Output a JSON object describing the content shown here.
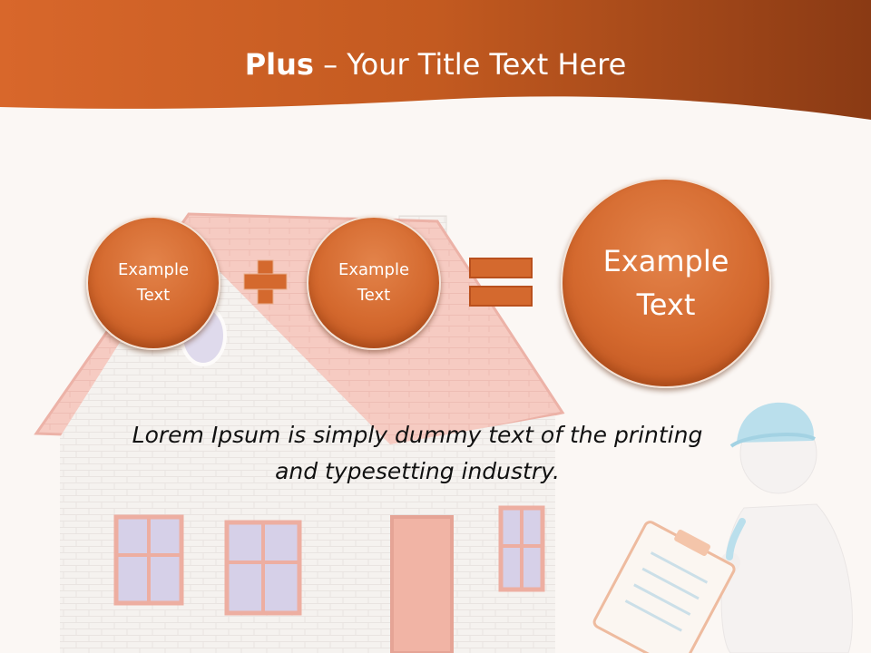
{
  "header": {
    "title_bold": "Plus",
    "title_rest": " – Your Title Text Here"
  },
  "equation": {
    "term1": [
      "Example",
      "Text"
    ],
    "term2": [
      "Example",
      "Text"
    ],
    "result": [
      "Example",
      "Text"
    ],
    "plus_symbol": "plus-icon",
    "equals_symbol": "equals-icon"
  },
  "body": {
    "line1": "Lorem Ipsum is simply dummy text of the printing",
    "line2": "and typesetting industry."
  },
  "colors": {
    "accent": "#d4692e",
    "header": "#c45a1e",
    "background": "#fbf7f4"
  }
}
